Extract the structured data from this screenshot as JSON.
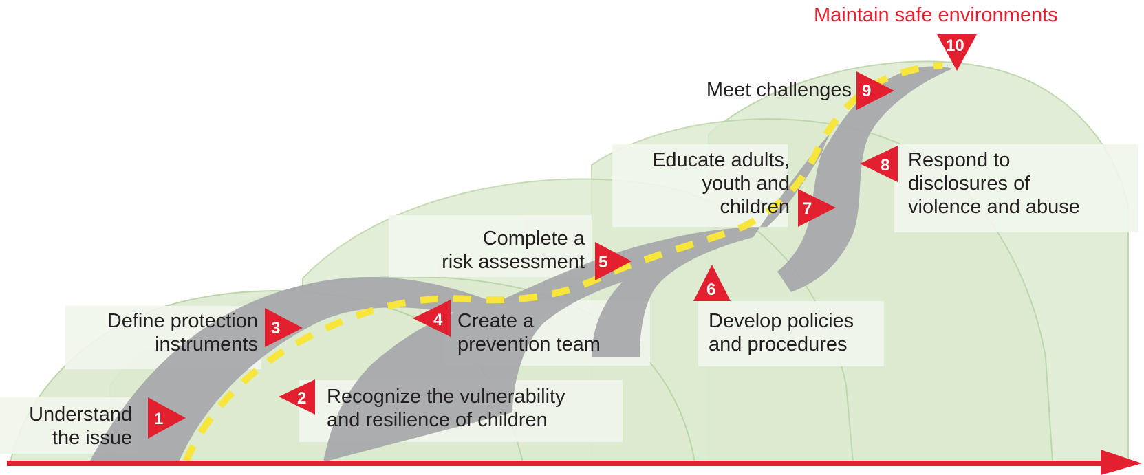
{
  "title": "Maintain safe environments",
  "steps": [
    {
      "num": "1",
      "lines": [
        "Understand",
        "the issue"
      ]
    },
    {
      "num": "2",
      "lines": [
        "Recognize the vulnerability",
        "and resilience of children"
      ]
    },
    {
      "num": "3",
      "lines": [
        "Define protection",
        "instruments"
      ]
    },
    {
      "num": "4",
      "lines": [
        "Create a",
        "prevention team"
      ]
    },
    {
      "num": "5",
      "lines": [
        "Complete a",
        "risk assessment"
      ]
    },
    {
      "num": "6",
      "lines": [
        "Develop policies",
        "and procedures"
      ]
    },
    {
      "num": "7",
      "lines": [
        "Educate adults,",
        "youth and",
        "children"
      ]
    },
    {
      "num": "8",
      "lines": [
        "Respond to",
        "disclosures of",
        "violence and abuse"
      ]
    },
    {
      "num": "9",
      "lines": [
        "Meet challenges"
      ]
    },
    {
      "num": "10",
      "lines": []
    }
  ],
  "colors": {
    "accent_red": "#e3202f",
    "hill_fill": "#dcebcf",
    "hill_stroke": "#b7d1a3",
    "road": "#a7a9ac",
    "road_dash": "#f7e53b",
    "label_box": "#f1f6ec"
  }
}
